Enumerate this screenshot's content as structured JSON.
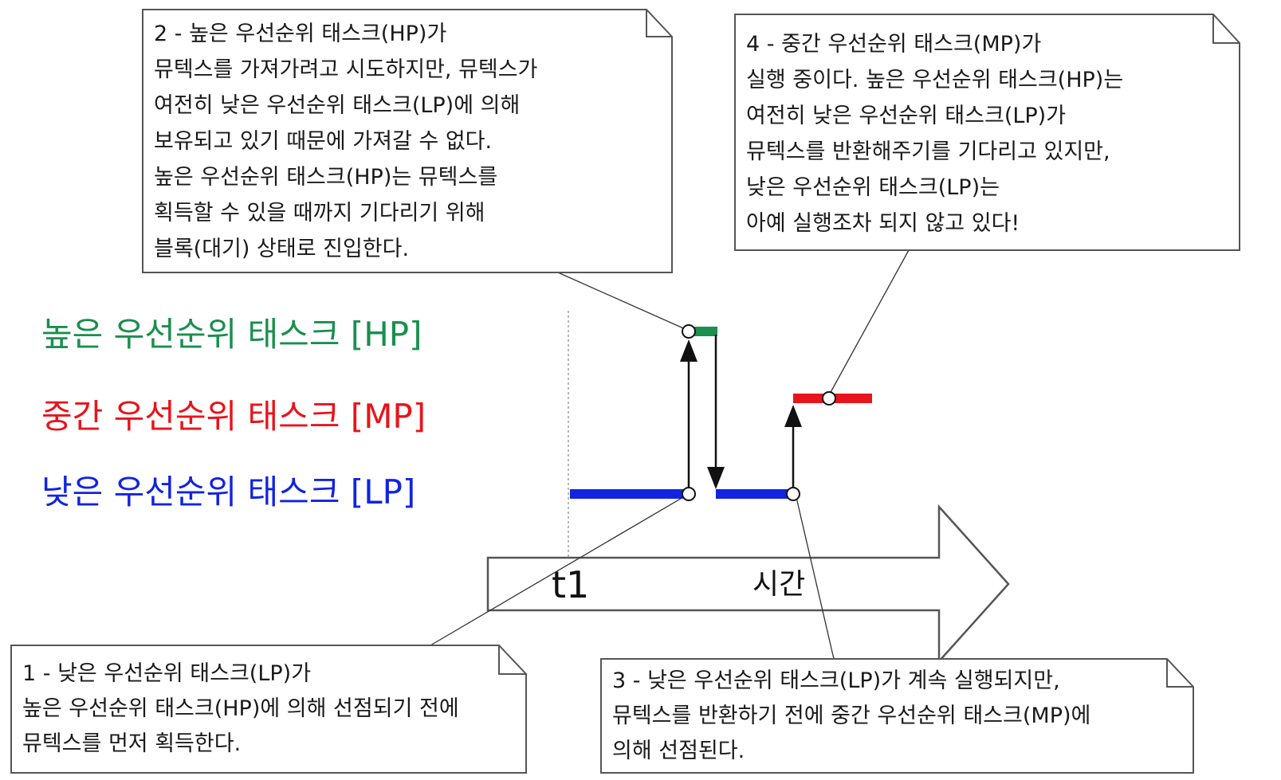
{
  "colors": {
    "hp": "#1a8f4e",
    "mp": "#e8141b",
    "lp": "#1224e0",
    "text": "#1a1a1a",
    "line": "#222222"
  },
  "tasks": {
    "hp_label": "높은 우선순위 태스크 [HP]",
    "mp_label": "중간 우선순위 태스크 [MP]",
    "lp_label": "낮은 우선순위 태스크 [LP]"
  },
  "timeline": {
    "t1_label": "t1",
    "time_label": "시간"
  },
  "notes": {
    "note1": [
      "1 - 낮은 우선순위 태스크(LP)가",
      "높은 우선순위 태스크(HP)에 의해 선점되기 전에",
      "뮤텍스를 먼저 획득한다."
    ],
    "note2": [
      "2 - 높은 우선순위 태스크(HP)가",
      "뮤텍스를 가져가려고 시도하지만, 뮤텍스가",
      "여전히 낮은 우선순위 태스크(LP)에 의해",
      "보유되고 있기 때문에 가져갈 수 없다.",
      "높은 우선순위 태스크(HP)는 뮤텍스를",
      "획득할 수 있을 때까지 기다리기 위해",
      "블록(대기) 상태로 진입한다."
    ],
    "note3": [
      "3 - 낮은 우선순위 태스크(LP)가 계속 실행되지만,",
      "뮤텍스를 반환하기 전에 중간 우선순위 태스크(MP)에",
      "의해 선점된다."
    ],
    "note4": [
      "4 - 중간 우선순위 태스크(MP)가",
      "실행 중이다.  높은 우선순위 태스크(HP)는",
      "여전히 낮은 우선순위 태스크(LP)가",
      "뮤텍스를 반환해주기를 기다리고 있지만,",
      "낮은 우선순위 태스크(LP)는",
      "아예 실행조차 되지 않고 있다!"
    ]
  }
}
